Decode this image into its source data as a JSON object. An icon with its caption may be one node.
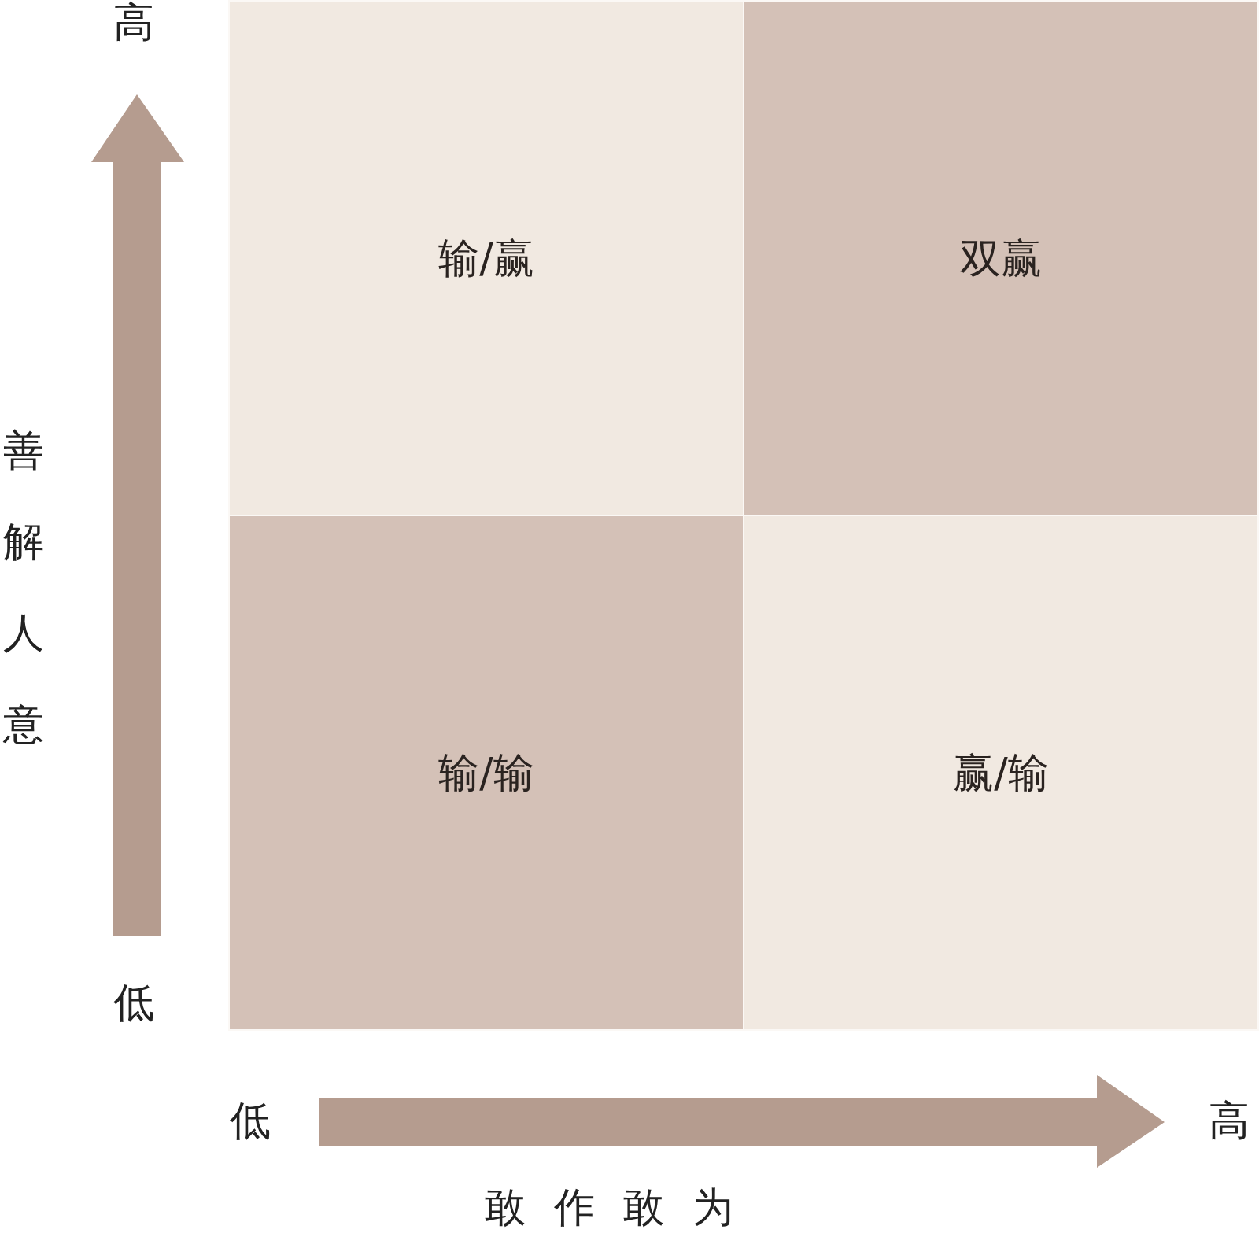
{
  "diagram": {
    "nodes": [
      {
        "text": [
          "输/赢"
        ]
      },
      {
        "text": [
          "双赢"
        ]
      },
      {
        "text": [
          "输/输"
        ]
      },
      {
        "text": [
          "赢/输"
        ]
      }
    ],
    "labels": [
      "高",
      "善解人意",
      "低",
      "低",
      "高",
      "敢作敢为"
    ]
  }
}
